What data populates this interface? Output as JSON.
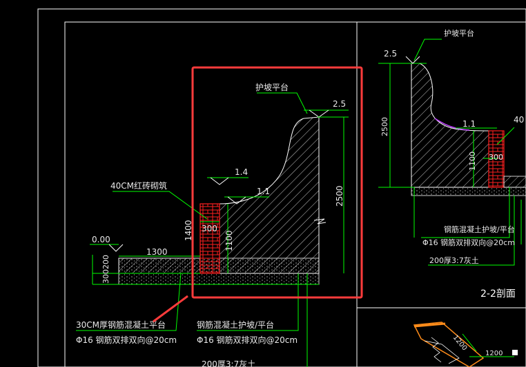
{
  "left_section": {
    "platform_label": "护坡平台",
    "elev_top": "2.5",
    "elev_step": "1.4",
    "elev_mid": "1.1",
    "brick_label": "40CM红砖砌筑",
    "elev_ground": "0.00",
    "dim_1300": "1300",
    "dim_300_brick": "300",
    "dim_1100": "1100",
    "dim_1400": "1400",
    "dim_2500": "2500",
    "dim_base": "300200",
    "slab_label": "30CM厚钢筋混凝土平台",
    "slab_rebar": "Φ16 钢筋双排双向@20cm",
    "slope_label": "钢筋混凝土护坡/平台",
    "slope_rebar": "Φ16 钢筋双排双向@20cm",
    "bottom_label": "200厚3:7灰土"
  },
  "right_section": {
    "platform_label": "护坡平台",
    "elev_top": "2.5",
    "elev_mid": "1.1",
    "elev_partial": "40",
    "dim_2500": "2500",
    "dim_1100": "1100",
    "dim_300": "300",
    "slope_label": "钢筋混凝土护坡/平台",
    "slope_rebar": "Φ16 钢筋双排双向@20cm",
    "bottom_label": "200厚3:7灰土",
    "section_title": "2-2剖面"
  },
  "bottom_right": {
    "dim_a": "1200",
    "dim_b": "1200"
  },
  "colors": {
    "background": "#000000",
    "frame": "#ffffff",
    "line_green": "#00ff00",
    "hatch": "#ffffff",
    "brick": "#ff2020",
    "highlight_box": "#ff3b3b",
    "arrow": "#ff3b3b",
    "magenta": "#c040ff",
    "orange": "#ff8c1a"
  }
}
